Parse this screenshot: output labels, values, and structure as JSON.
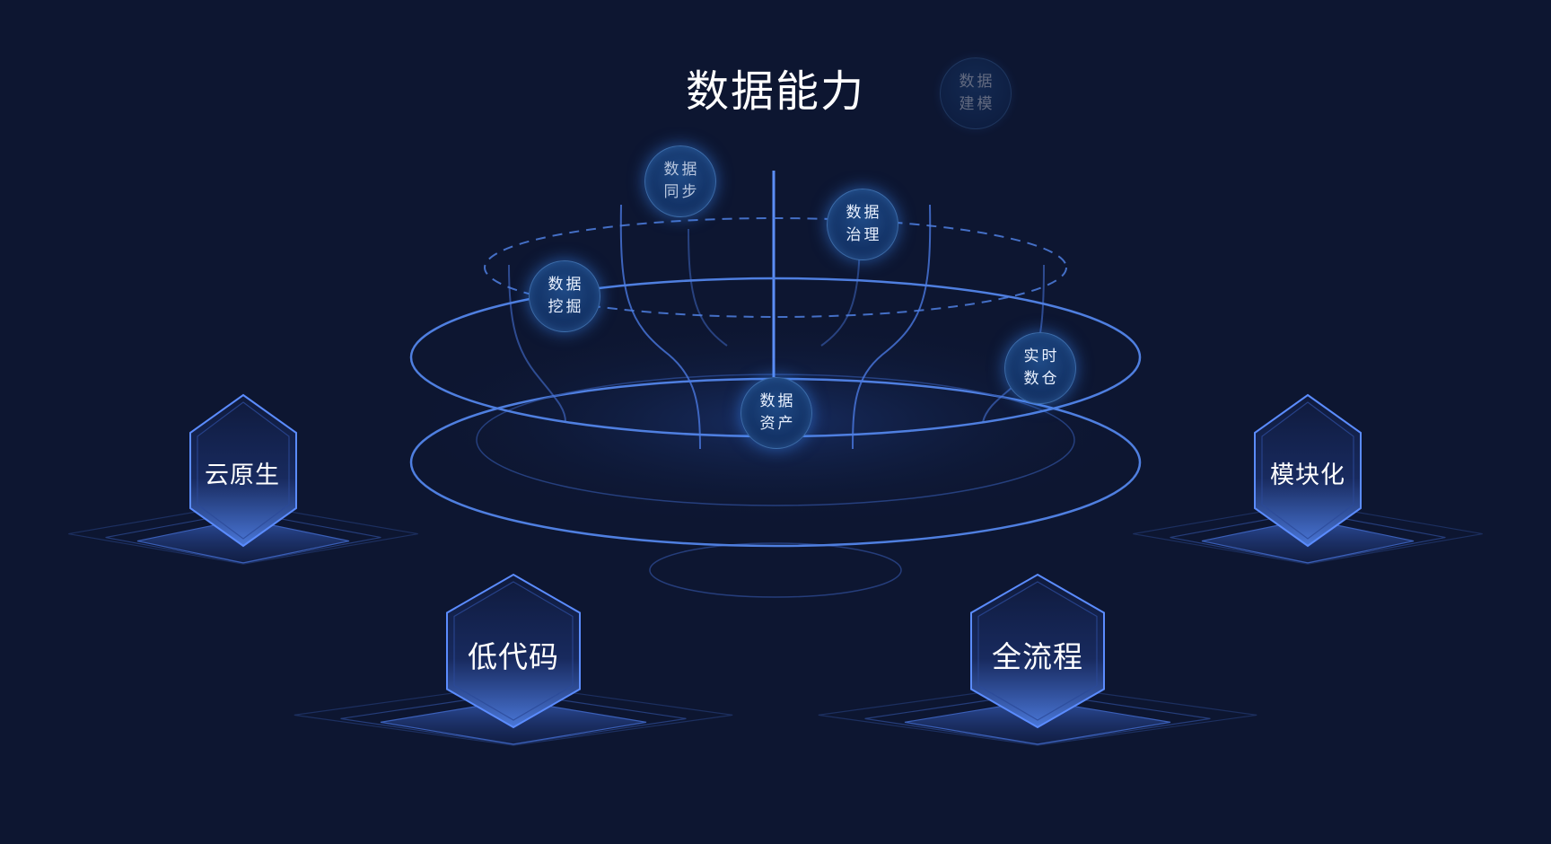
{
  "title": "数据能力",
  "capabilities": [
    {
      "key": "sync",
      "line1": "数据",
      "line2": "同步"
    },
    {
      "key": "model",
      "line1": "数据",
      "line2": "建模"
    },
    {
      "key": "govern",
      "line1": "数据",
      "line2": "治理"
    },
    {
      "key": "mining",
      "line1": "数据",
      "line2": "挖掘"
    },
    {
      "key": "asset",
      "line1": "数据",
      "line2": "资产"
    },
    {
      "key": "realtime",
      "line1": "实时",
      "line2": "数仓"
    }
  ],
  "features": [
    {
      "key": "cloud-native",
      "label": "云原生"
    },
    {
      "key": "modular",
      "label": "模块化"
    },
    {
      "key": "low-code",
      "label": "低代码"
    },
    {
      "key": "full-process",
      "label": "全流程"
    }
  ],
  "colors": {
    "background": "#0d1631",
    "ring": "#4f7fe0",
    "line": "#4a7ae0",
    "hexBorder": "#5b8cff",
    "hexFill": "#1a2a5a"
  }
}
